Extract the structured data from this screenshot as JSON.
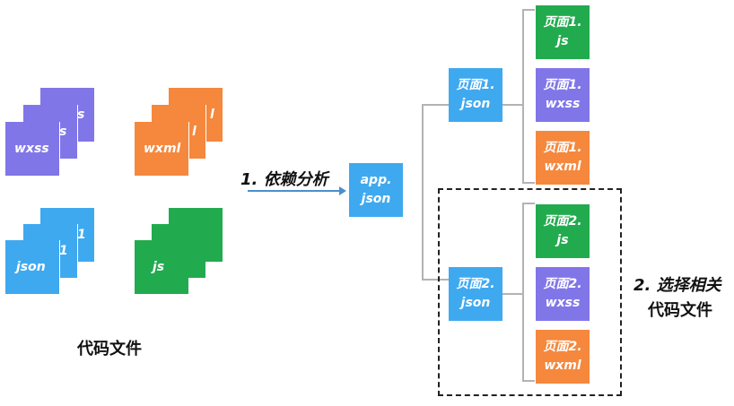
{
  "stacks": {
    "wxss": {
      "label": "wxss",
      "peek": [
        "s",
        "s"
      ]
    },
    "wxml": {
      "label": "wxml",
      "peek": [
        "l",
        "l"
      ]
    },
    "json": {
      "label": "json",
      "peek": [
        "1",
        "1"
      ]
    },
    "js": {
      "label": "js"
    }
  },
  "captions": {
    "code_files": "代码文件",
    "step1": "1. 依赖分析",
    "step2_line1": "2. 选择相关",
    "step2_line2": "代码文件"
  },
  "app_json": {
    "line1": "app.",
    "line2": "json"
  },
  "pages": [
    {
      "json": {
        "line1": "页面1.",
        "line2": "json"
      },
      "files": [
        {
          "line1": "页面1.",
          "line2": "js"
        },
        {
          "line1": "页面1.",
          "line2": "wxss"
        },
        {
          "line1": "页面1.",
          "line2": "wxml"
        }
      ]
    },
    {
      "json": {
        "line1": "页面2.",
        "line2": "json"
      },
      "files": [
        {
          "line1": "页面2.",
          "line2": "js"
        },
        {
          "line1": "页面2.",
          "line2": "wxss"
        },
        {
          "line1": "页面2.",
          "line2": "wxml"
        }
      ]
    }
  ],
  "colors": {
    "wxss": "#8176e8",
    "wxml": "#f5883d",
    "json": "#3fa9f0",
    "js": "#22ab4e",
    "arrow": "#4a8fd0",
    "connector": "#b3b3b3",
    "dashed_border": "#222222"
  }
}
